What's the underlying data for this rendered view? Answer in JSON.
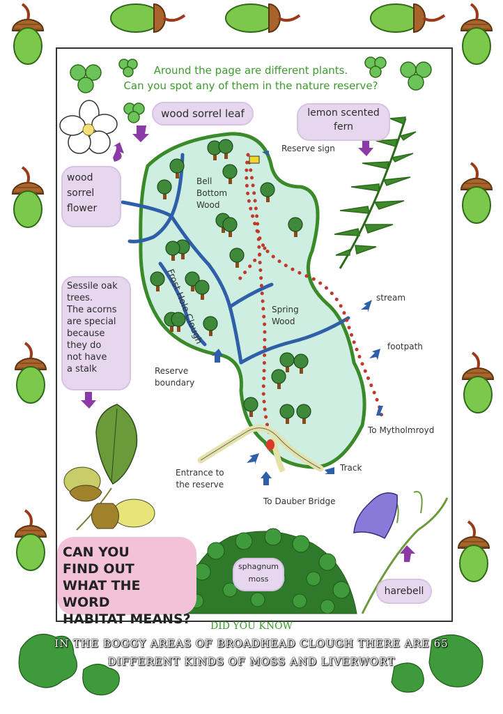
{
  "intro": {
    "line1": "Around the page are different plants.",
    "line2": "Can you spot any of them in the nature reserve?"
  },
  "bubbles": {
    "wood_sorrel_leaf": "wood sorrel leaf",
    "lemon_fern_1": "lemon scented",
    "lemon_fern_2": "fern",
    "flower_1": "wood",
    "flower_2": "sorrel",
    "flower_3": "flower",
    "oak_1": "Sessile oak",
    "oak_2": "trees.",
    "oak_3": "The acorns",
    "oak_4": "are special",
    "oak_5": "because",
    "oak_6": "they do",
    "oak_7": "not have",
    "oak_8": "a stalk",
    "sphagnum_1": "sphagnum",
    "sphagnum_2": "moss",
    "harebell": "harebell"
  },
  "map_labels": {
    "reserve_sign": "Reserve sign",
    "bell_1": "Bell",
    "bell_2": "Bottom",
    "bell_3": "Wood",
    "frost_hole": "Frost Hole Clough",
    "spring_1": "Spring",
    "spring_2": "Wood",
    "stream": "stream",
    "footpath": "footpath",
    "boundary_1": "Reserve",
    "boundary_2": "boundary",
    "mytholmroyd": "To Mytholmroyd",
    "entrance_1": "Entrance to",
    "entrance_2": "the reserve",
    "track": "Track",
    "dauber": "To Dauber Bridge"
  },
  "habitat": {
    "line1": "CAN YOU",
    "line2": "FIND OUT",
    "line3": "WHAT THE WORD",
    "line4": "HABITAT MEANS?"
  },
  "did_you_know": "DID YOU KNOW",
  "fact": {
    "line1": "IN THE BOGGY AREAS OF BROADHEAD CLOUGH THERE ARE 65",
    "line2": "DIFFERENT KINDS OF MOSS AND LIVERWORT"
  },
  "colors": {
    "reserve_fill": "#cdeee0",
    "reserve_border": "#3a8a2a",
    "stream": "#2f5fa8",
    "footpath": "#c0392b",
    "bubble": "#e7d7ee",
    "habitat_bubble": "#f2c2d8",
    "accent_green": "#3d9a2e"
  }
}
